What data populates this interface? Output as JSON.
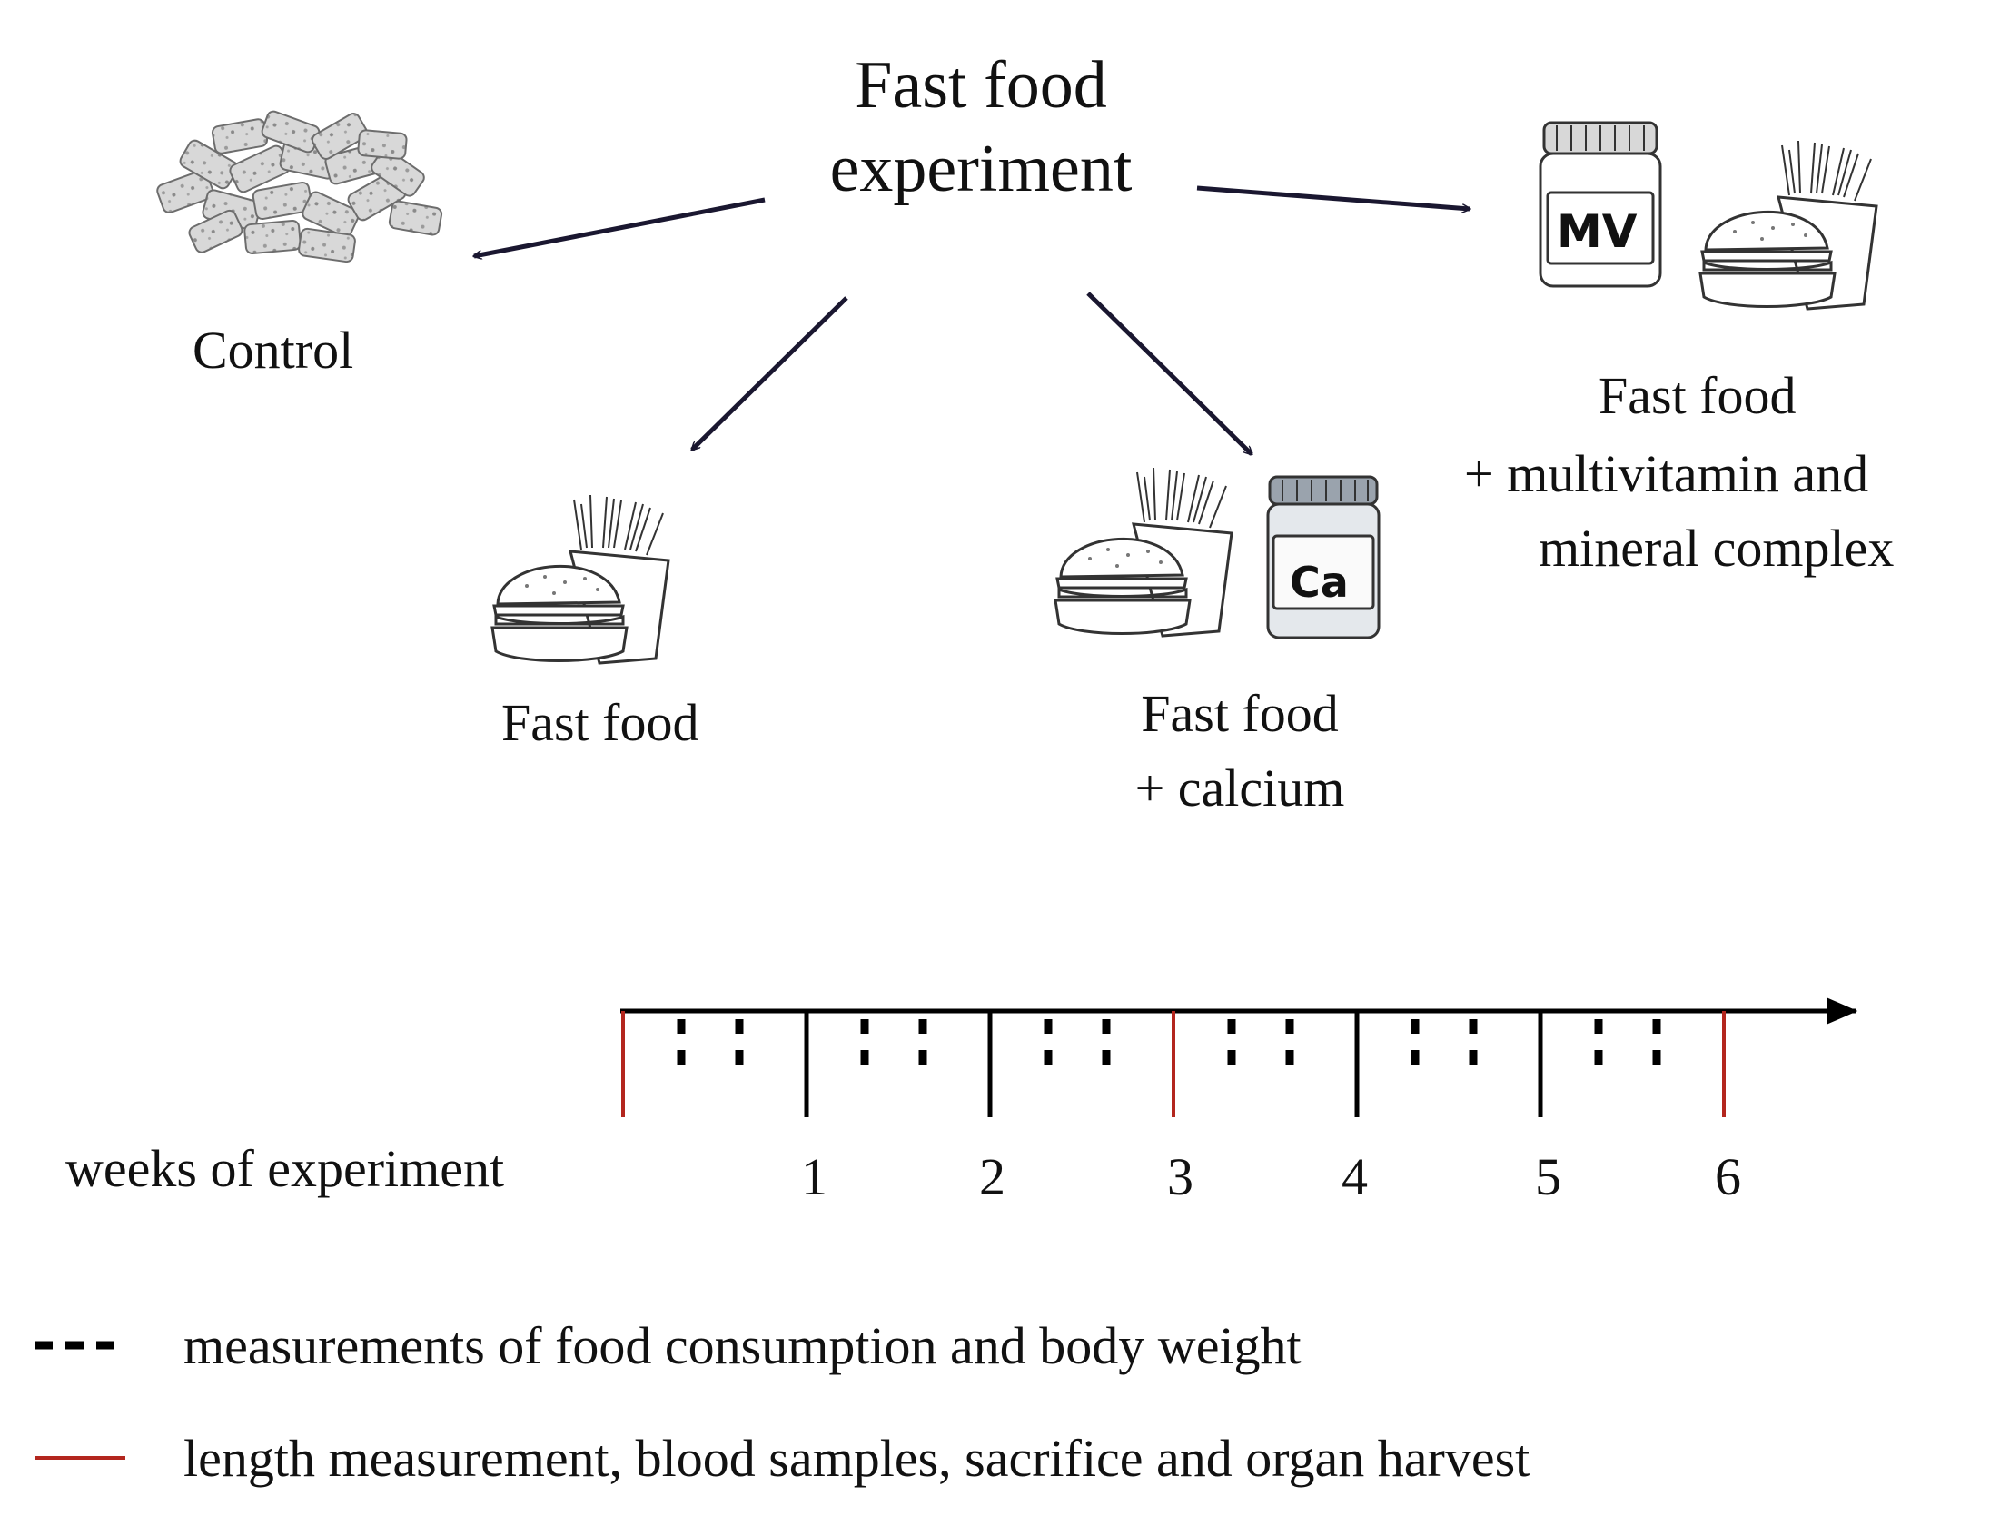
{
  "title": {
    "line1": "Fast food",
    "line2": "experiment"
  },
  "groups": {
    "control": {
      "label": "Control"
    },
    "fast_food": {
      "label": "Fast food"
    },
    "fast_food_calcium": {
      "line1": "Fast food",
      "line2": "+ calcium",
      "jar_label": "Ca"
    },
    "fast_food_mv": {
      "line1": "Fast food",
      "line2": "+  multivitamin and",
      "line3": "mineral complex",
      "jar_label": "MV"
    }
  },
  "timeline": {
    "axis_label": "weeks of experiment",
    "week_labels": [
      "1",
      "2",
      "3",
      "4",
      "5",
      "6"
    ]
  },
  "legend": [
    {
      "marker": "dashed-black",
      "text": "measurements of food consumption and body weight"
    },
    {
      "marker": "solid-red",
      "text": "length measurement, blood samples, sacrifice and organ harvest"
    }
  ],
  "colors": {
    "arrow": "#1a1730",
    "red": "#b3261e",
    "ink": "#111111"
  }
}
